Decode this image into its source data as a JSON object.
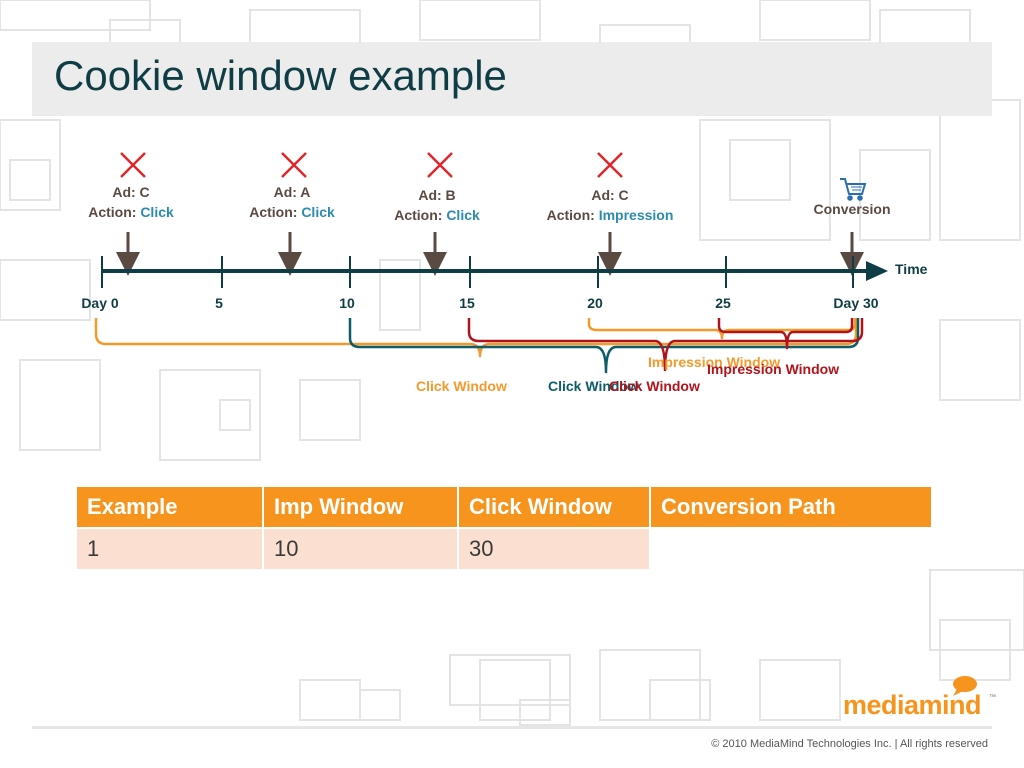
{
  "slide": {
    "title": "Cookie window example"
  },
  "events": [
    {
      "ad_label": "Ad: C",
      "action_prefix": "Action: ",
      "action_value": "Click"
    },
    {
      "ad_label": "Ad: A",
      "action_prefix": "Action: ",
      "action_value": "Click"
    },
    {
      "ad_label": "Ad: B",
      "action_prefix": "Action: ",
      "action_value": "Click"
    },
    {
      "ad_label": "Ad: C",
      "action_prefix": "Action: ",
      "action_value": "Impression"
    }
  ],
  "conversion_label": "Conversion",
  "timeline": {
    "axis_label": "Time",
    "ticks": [
      "Day 0",
      "5",
      "10",
      "15",
      "20",
      "25",
      "Day 30"
    ]
  },
  "windows": [
    {
      "label": "Click Window",
      "color": "#f39a2b"
    },
    {
      "label": "Click Window",
      "color": "#0c5c6a"
    },
    {
      "label": "Click Window",
      "color": "#b0131a"
    },
    {
      "label": "Impression Window",
      "color": "#f39a2b"
    },
    {
      "label": "Impression Window",
      "color": "#b0131a"
    }
  ],
  "table": {
    "headers": [
      "Example",
      "Imp Window",
      "Click Window",
      "Conversion Path"
    ],
    "rows": [
      [
        "1",
        "10",
        "30",
        ""
      ]
    ]
  },
  "colors": {
    "accent_orange": "#f39a2b",
    "teal": "#0c5c6a",
    "dark_red": "#b0131a",
    "cross_red": "#e0262b",
    "action_blue": "#2b8bb0",
    "title_color": "#0f3d45"
  },
  "footer": {
    "logo_text": "mediamind",
    "copyright": "© 2010 MediaMind Technologies Inc. | All rights reserved"
  }
}
